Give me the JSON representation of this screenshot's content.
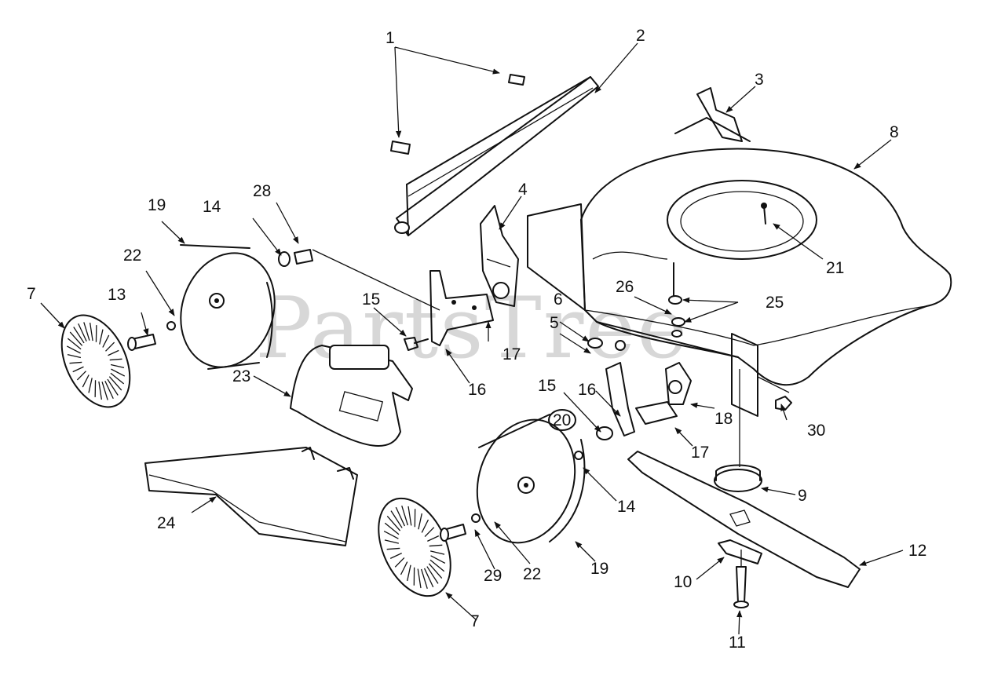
{
  "watermark": "PartsTree",
  "callouts": [
    {
      "id": "c1",
      "text": "1"
    },
    {
      "id": "c2",
      "text": "2"
    },
    {
      "id": "c3",
      "text": "3"
    },
    {
      "id": "c4",
      "text": "4"
    },
    {
      "id": "c5",
      "text": "5"
    },
    {
      "id": "c6",
      "text": "6"
    },
    {
      "id": "c7a",
      "text": "7"
    },
    {
      "id": "c7b",
      "text": "7"
    },
    {
      "id": "c8",
      "text": "8"
    },
    {
      "id": "c9",
      "text": "9"
    },
    {
      "id": "c10",
      "text": "10"
    },
    {
      "id": "c11",
      "text": "11"
    },
    {
      "id": "c12",
      "text": "12"
    },
    {
      "id": "c13",
      "text": "13"
    },
    {
      "id": "c14a",
      "text": "14"
    },
    {
      "id": "c14b",
      "text": "14"
    },
    {
      "id": "c15a",
      "text": "15"
    },
    {
      "id": "c15b",
      "text": "15"
    },
    {
      "id": "c16a",
      "text": "16"
    },
    {
      "id": "c16b",
      "text": "16"
    },
    {
      "id": "c17a",
      "text": "17"
    },
    {
      "id": "c17b",
      "text": "17"
    },
    {
      "id": "c18",
      "text": "18"
    },
    {
      "id": "c19a",
      "text": "19"
    },
    {
      "id": "c19b",
      "text": "19"
    },
    {
      "id": "c20",
      "text": "20"
    },
    {
      "id": "c21",
      "text": "21"
    },
    {
      "id": "c22a",
      "text": "22"
    },
    {
      "id": "c22b",
      "text": "22"
    },
    {
      "id": "c23",
      "text": "23"
    },
    {
      "id": "c24",
      "text": "24"
    },
    {
      "id": "c25",
      "text": "25"
    },
    {
      "id": "c26",
      "text": "26"
    },
    {
      "id": "c28",
      "text": "28"
    },
    {
      "id": "c29",
      "text": "29"
    },
    {
      "id": "c30",
      "text": "30"
    }
  ]
}
